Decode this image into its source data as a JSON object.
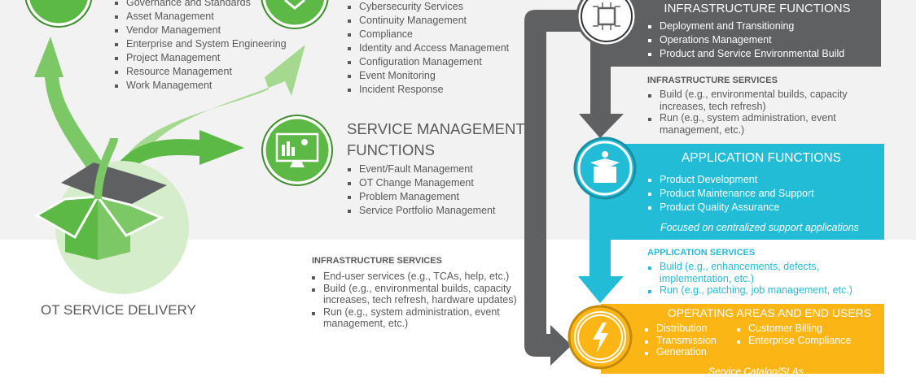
{
  "governance_list": [
    "Governance and Standards",
    "Asset Management",
    "Vendor Management",
    "Enterprise and System Engineering",
    "Project Management",
    "Resource Management",
    "Work Management"
  ],
  "security_list": [
    "Cybersecurity Services",
    "Continuity Management",
    "Compliance",
    "Identity and Access Management",
    "Configuration Management",
    "Event Monitoring",
    "Incident Response"
  ],
  "service_management": {
    "title_line1": "SERVICE MANAGEMENT",
    "title_line2": "FUNCTIONS",
    "items": [
      "Event/Fault Management",
      "OT Change Management",
      "Problem Management",
      "Service Portfolio Management"
    ]
  },
  "ot_label": "OT SERVICE DELIVERY",
  "bottom_infra_services": {
    "heading": "INFRASTRUCTURE SERVICES",
    "items": [
      "End-user services (e.g., TCAs, help, etc.)",
      "Build (e.g., environmental builds, capacity increases, tech refresh, hardware updates)",
      "Run (e.g., system administration, event management, etc.)"
    ]
  },
  "infrastructure_functions": {
    "title": "INFRASTRUCTURE FUNCTIONS",
    "items": [
      "Deployment and Transitioning",
      "Operations Management",
      "Product and Service Environmental Build"
    ]
  },
  "infrastructure_services": {
    "heading": "INFRASTRUCTURE SERVICES",
    "items": [
      "Build (e.g., environmental builds, capacity increases, tech refresh)",
      "Run (e.g., system administration, event management, etc.)"
    ]
  },
  "application_functions": {
    "title": "APPLICATION FUNCTIONS",
    "items": [
      "Product Development",
      "Product Maintenance and Support",
      "Product Quality Assurance"
    ],
    "note": "Focused on centralized support applications"
  },
  "application_services": {
    "heading": "APPLICATION SERVICES",
    "items": [
      "Build (e.g., enhancements, defects, implementation, etc.)",
      "Run (e.g., patching, job management, etc.)"
    ]
  },
  "operating_areas": {
    "title": "OPERATING AREAS AND END USERS",
    "col1": [
      "Distribution",
      "Transmission",
      "Generation"
    ],
    "col2": [
      "Customer Billing",
      "Enterprise Compliance"
    ],
    "footer": "Service Catalog/SLAs"
  },
  "colors": {
    "green": "#5db945",
    "dark_grey": "#5f6062",
    "cyan": "#23bcd7",
    "orange": "#fbb616"
  }
}
